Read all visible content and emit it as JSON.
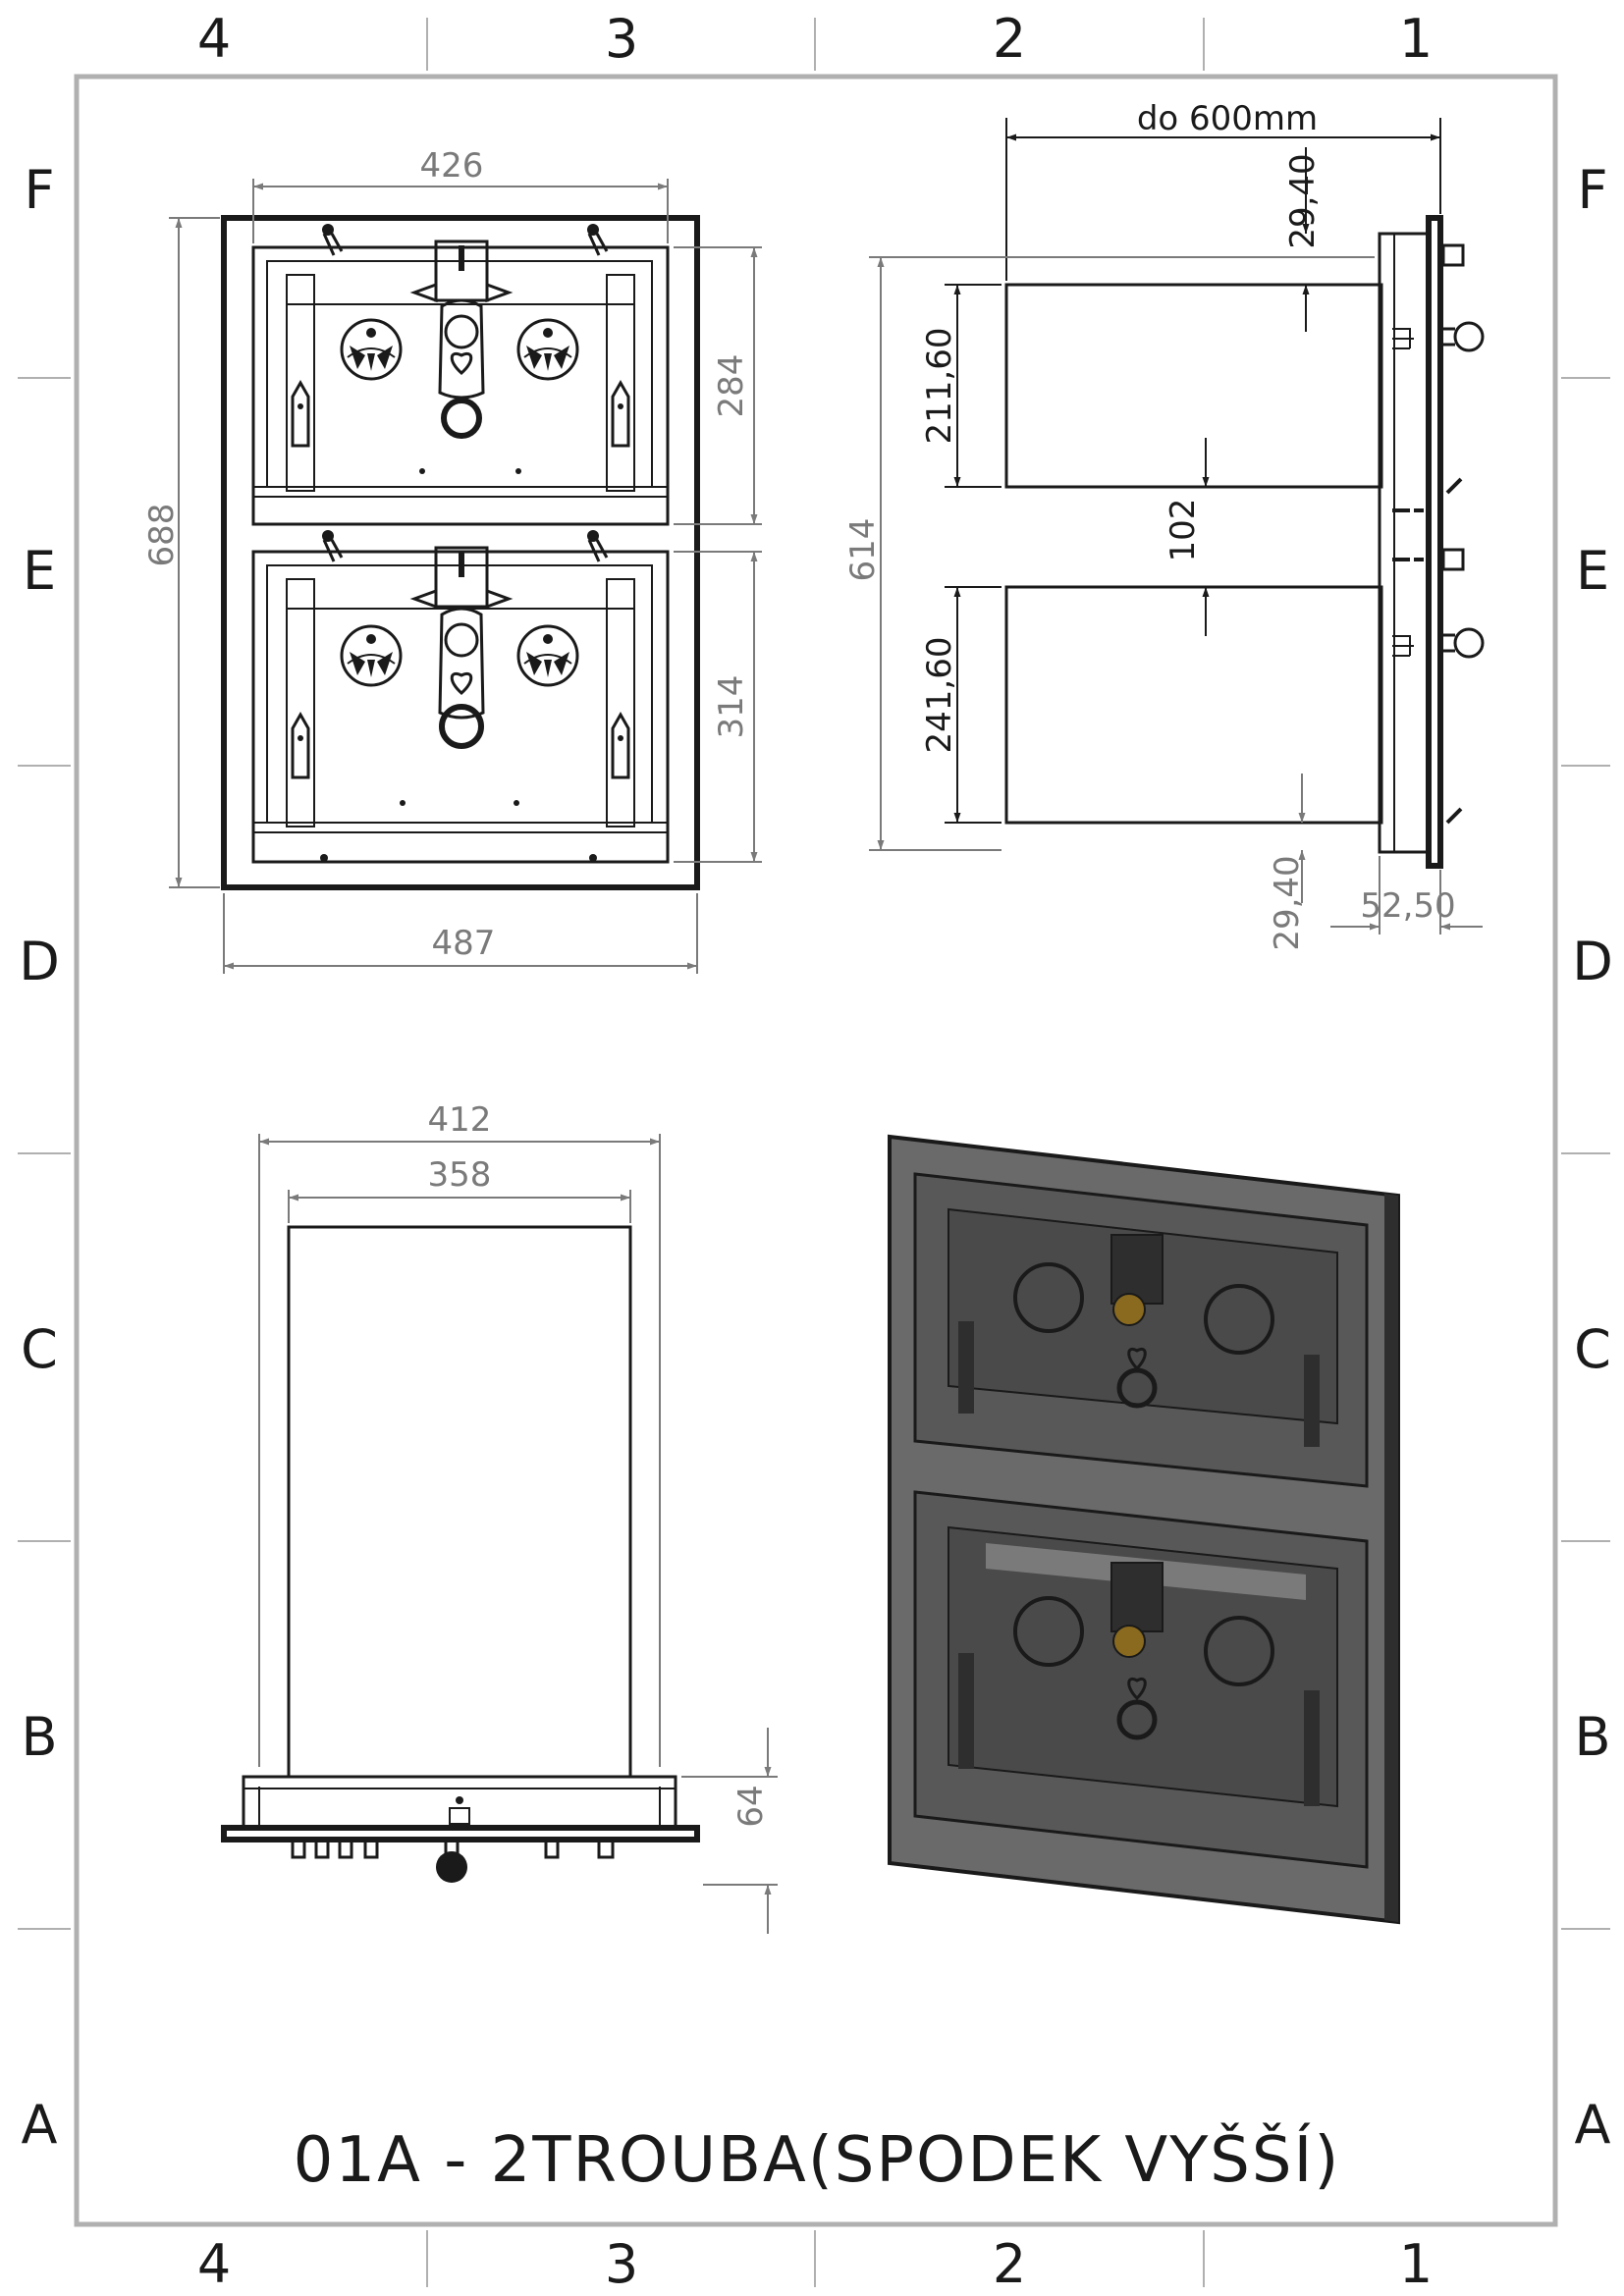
{
  "zones": {
    "columns": [
      "4",
      "3",
      "2",
      "1"
    ],
    "rows": [
      "F",
      "E",
      "D",
      "C",
      "B",
      "A"
    ]
  },
  "front_view": {
    "dim_width_inner": "426",
    "dim_width_outer": "487",
    "dim_height": "688",
    "dim_upper": "284",
    "dim_lower": "314"
  },
  "side_view": {
    "dim_depth": "do 600mm",
    "dim_top_offset": "29,40",
    "dim_upper_height": "211,60",
    "dim_gap": "102",
    "dim_total": "614",
    "dim_lower_height": "241,60",
    "dim_bottom_offset": "29,40",
    "dim_frame": "52,50"
  },
  "top_view": {
    "dim_outer": "412",
    "dim_inner": "358",
    "dim_frame_depth": "64"
  },
  "title_block": {
    "title": "01A - 2TROUBA(SPODEK VYŠŠÍ)"
  },
  "colors": {
    "line": "#1a1a1a",
    "dimension": "#7a7a7a",
    "border": "#b0b0b0",
    "render_body": "#5a5a5a",
    "render_door": "#3d3d3d",
    "knob": "#8a6a1e"
  }
}
